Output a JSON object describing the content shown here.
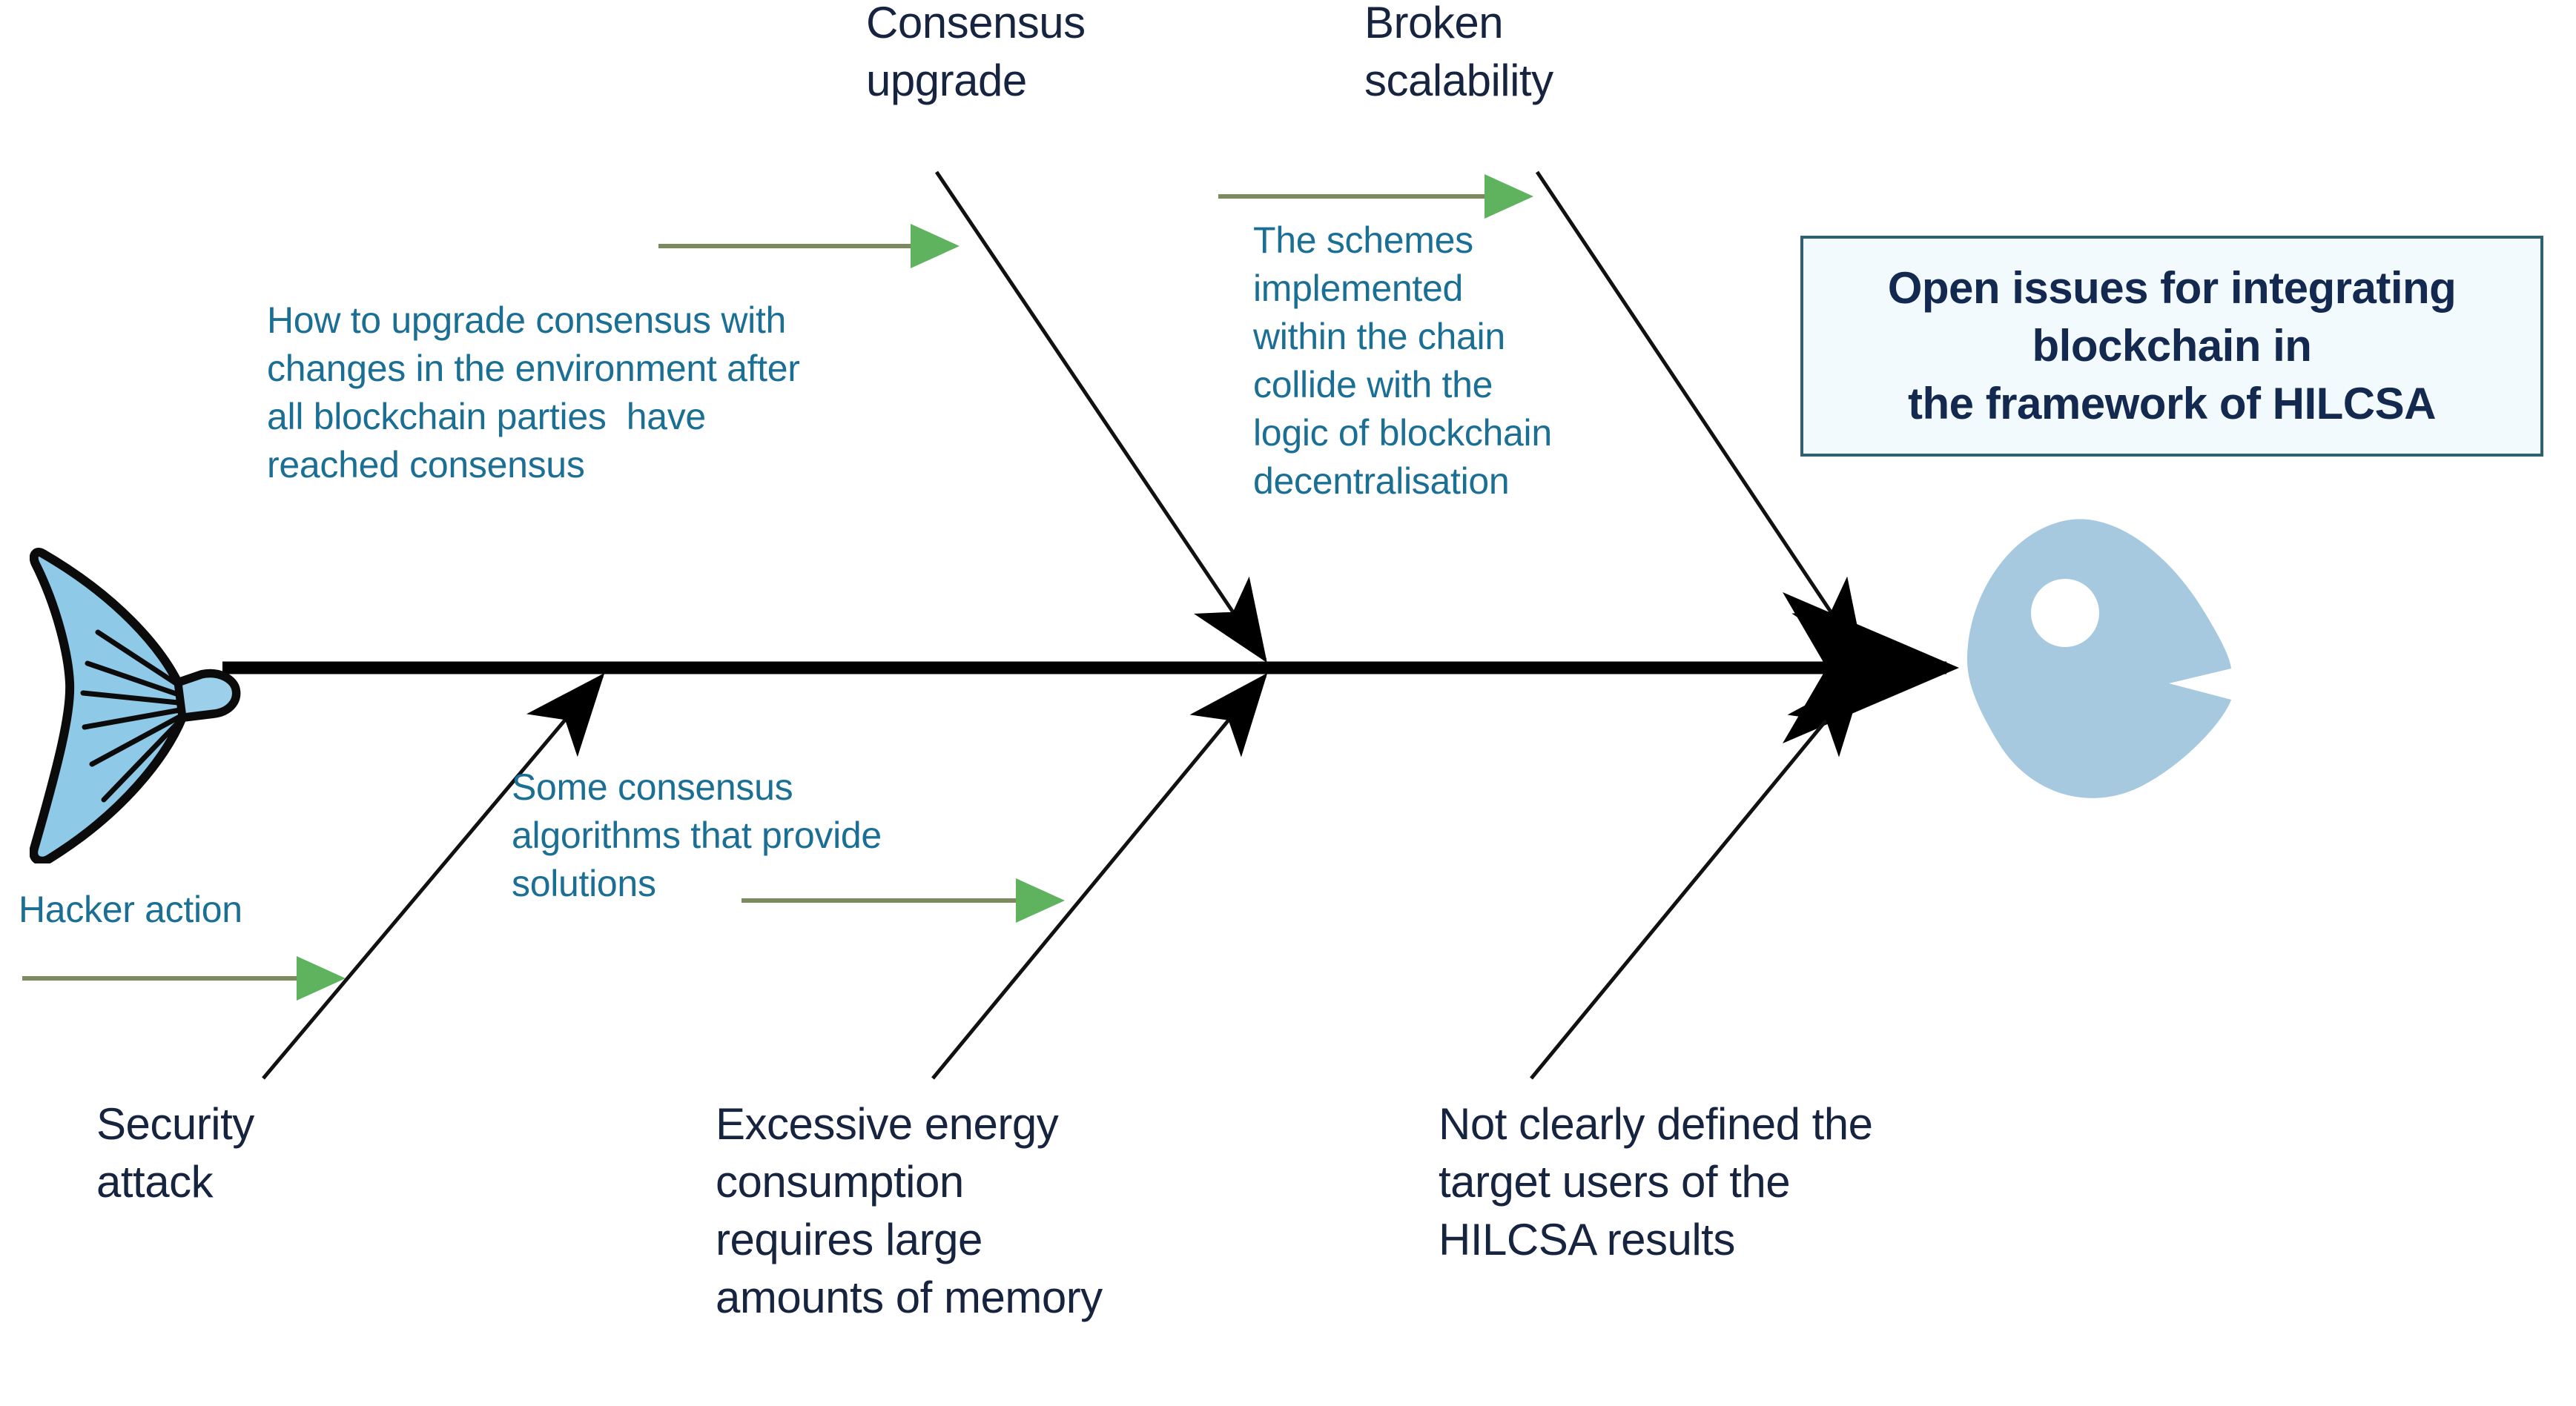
{
  "diagram": {
    "type": "fishbone-ishikawa",
    "effect": {
      "line1": "Open issues for integrating",
      "line2": "blockchain in",
      "line3": "the framework of HILCSA",
      "border_color": "#2f6070",
      "fill_color": "#f3fafd",
      "text_color": "#13294f"
    },
    "colors": {
      "cause_text": "#16243f",
      "note_text": "#1b6f95",
      "spine": "#000000",
      "bone": "#111111",
      "green_arrow_line": "#7b8b5e",
      "green_arrow_head": "#5fb35f",
      "fish_head_fill": "#a7c9e0",
      "fish_tail_fill": "#89c5e3"
    },
    "upper_causes": [
      {
        "id": "consensus-upgrade",
        "label": "Consensus\nupgrade"
      },
      {
        "id": "broken-scalability",
        "label": "Broken\nscalability"
      }
    ],
    "lower_causes": [
      {
        "id": "security-attack",
        "label": "Security\nattack"
      },
      {
        "id": "excessive-energy",
        "label": "Excessive energy\nconsumption\nrequires large\namounts of memory"
      },
      {
        "id": "target-users",
        "label": "Not clearly defined the\ntarget users of the\nHILCSA results"
      }
    ],
    "notes": [
      {
        "id": "note-consensus-upgrade",
        "text": "How to upgrade consensus with\nchanges in the environment after\nall blockchain parties  have\nreached consensus"
      },
      {
        "id": "note-broken-scalability",
        "text": "The schemes\nimplemented\nwithin the chain\ncollide with the\nlogic of blockchain\ndecentralisation"
      },
      {
        "id": "note-hacker-action",
        "text": "Hacker action"
      },
      {
        "id": "note-some-consensus",
        "text": "Some consensus\nalgorithms that provide\nsolutions"
      }
    ],
    "icons": {
      "fish_head": "fish-head-icon",
      "fish_tail": "fish-tail-icon"
    }
  }
}
